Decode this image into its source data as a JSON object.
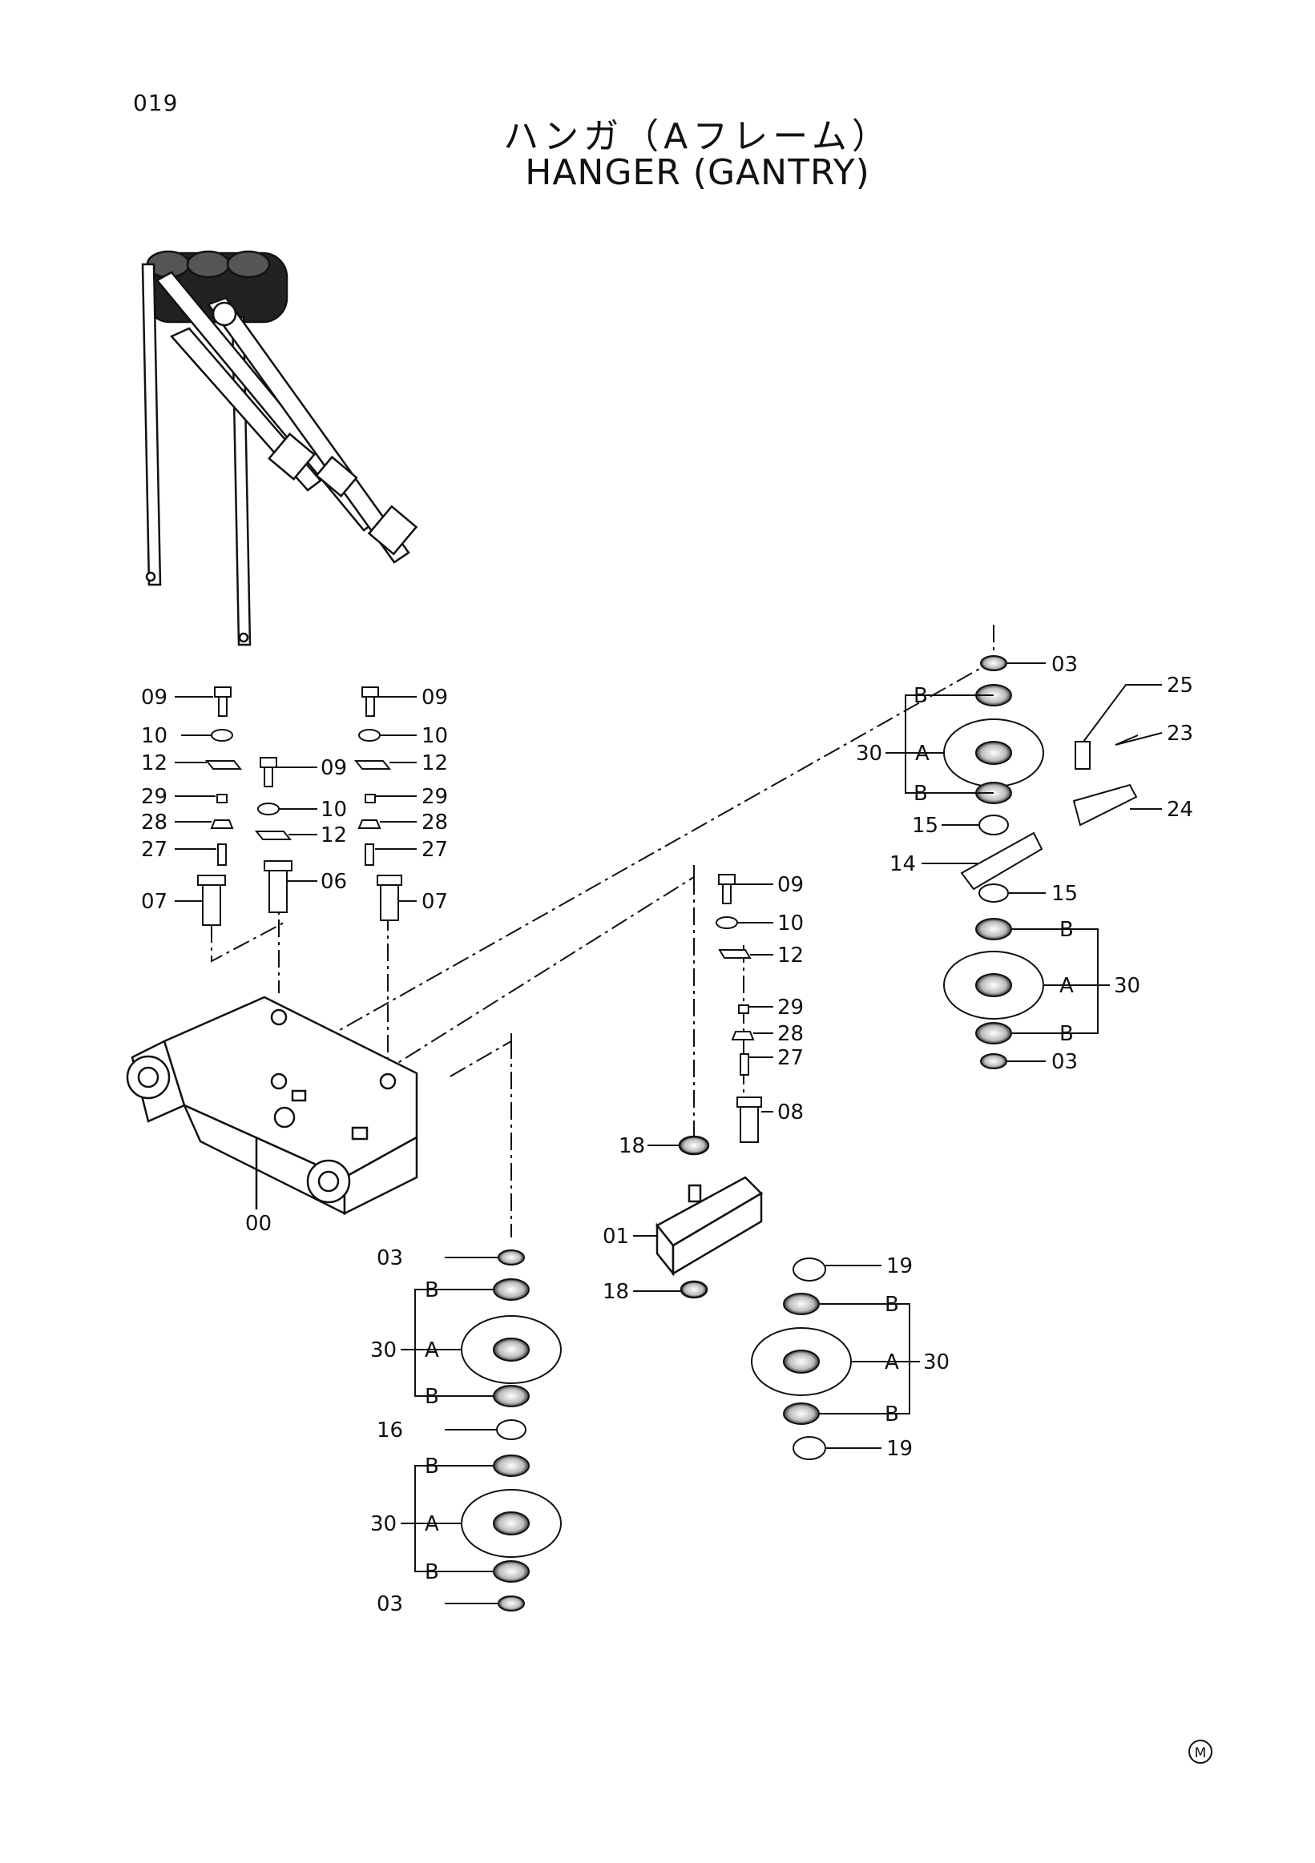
{
  "page": {
    "number": "019",
    "title_jp": "ハンガ（Aフレーム）",
    "title_en": "HANGER (GANTRY)",
    "corner_mark": "M"
  },
  "callouts": [
    {
      "id": "c-03-a",
      "text": "03"
    },
    {
      "id": "c-B-a1",
      "text": "B"
    },
    {
      "id": "c-30-a",
      "text": "30"
    },
    {
      "id": "c-A-a",
      "text": "A"
    },
    {
      "id": "c-B-a2",
      "text": "B"
    },
    {
      "id": "c-25",
      "text": "25"
    },
    {
      "id": "c-23",
      "text": "23"
    },
    {
      "id": "c-24",
      "text": "24"
    },
    {
      "id": "c-15-a",
      "text": "15"
    },
    {
      "id": "c-14",
      "text": "14"
    },
    {
      "id": "c-15-b",
      "text": "15"
    },
    {
      "id": "c-B-b1",
      "text": "B"
    },
    {
      "id": "c-A-b",
      "text": "A"
    },
    {
      "id": "c-30-b",
      "text": "30"
    },
    {
      "id": "c-B-b2",
      "text": "B"
    },
    {
      "id": "c-03-b",
      "text": "03"
    },
    {
      "id": "c-09-l",
      "text": "09"
    },
    {
      "id": "c-10-l",
      "text": "10"
    },
    {
      "id": "c-12-l",
      "text": "12"
    },
    {
      "id": "c-29-l",
      "text": "29"
    },
    {
      "id": "c-28-l",
      "text": "28"
    },
    {
      "id": "c-27-l",
      "text": "27"
    },
    {
      "id": "c-07-l",
      "text": "07"
    },
    {
      "id": "c-09-m",
      "text": "09"
    },
    {
      "id": "c-10-m",
      "text": "10"
    },
    {
      "id": "c-12-m",
      "text": "12"
    },
    {
      "id": "c-06",
      "text": "06"
    },
    {
      "id": "c-09-r",
      "text": "09"
    },
    {
      "id": "c-10-r",
      "text": "10"
    },
    {
      "id": "c-12-r",
      "text": "12"
    },
    {
      "id": "c-29-r",
      "text": "29"
    },
    {
      "id": "c-28-r",
      "text": "28"
    },
    {
      "id": "c-27-r",
      "text": "27"
    },
    {
      "id": "c-07-r",
      "text": "07"
    },
    {
      "id": "c-09-c",
      "text": "09"
    },
    {
      "id": "c-10-c",
      "text": "10"
    },
    {
      "id": "c-12-c",
      "text": "12"
    },
    {
      "id": "c-29-c",
      "text": "29"
    },
    {
      "id": "c-28-c",
      "text": "28"
    },
    {
      "id": "c-27-c",
      "text": "27"
    },
    {
      "id": "c-08",
      "text": "08"
    },
    {
      "id": "c-18-a",
      "text": "18"
    },
    {
      "id": "c-01",
      "text": "01"
    },
    {
      "id": "c-18-b",
      "text": "18"
    },
    {
      "id": "c-19-a",
      "text": "19"
    },
    {
      "id": "c-B-c1",
      "text": "B"
    },
    {
      "id": "c-A-c",
      "text": "A"
    },
    {
      "id": "c-30-c",
      "text": "30"
    },
    {
      "id": "c-B-c2",
      "text": "B"
    },
    {
      "id": "c-19-b",
      "text": "19"
    },
    {
      "id": "c-00",
      "text": "00"
    },
    {
      "id": "c-03-c",
      "text": "03"
    },
    {
      "id": "c-B-d1",
      "text": "B"
    },
    {
      "id": "c-30-d",
      "text": "30"
    },
    {
      "id": "c-A-d",
      "text": "A"
    },
    {
      "id": "c-B-d2",
      "text": "B"
    },
    {
      "id": "c-16",
      "text": "16"
    },
    {
      "id": "c-B-e1",
      "text": "B"
    },
    {
      "id": "c-30-e",
      "text": "30"
    },
    {
      "id": "c-A-e",
      "text": "A"
    },
    {
      "id": "c-B-e2",
      "text": "B"
    },
    {
      "id": "c-03-d",
      "text": "03"
    }
  ]
}
